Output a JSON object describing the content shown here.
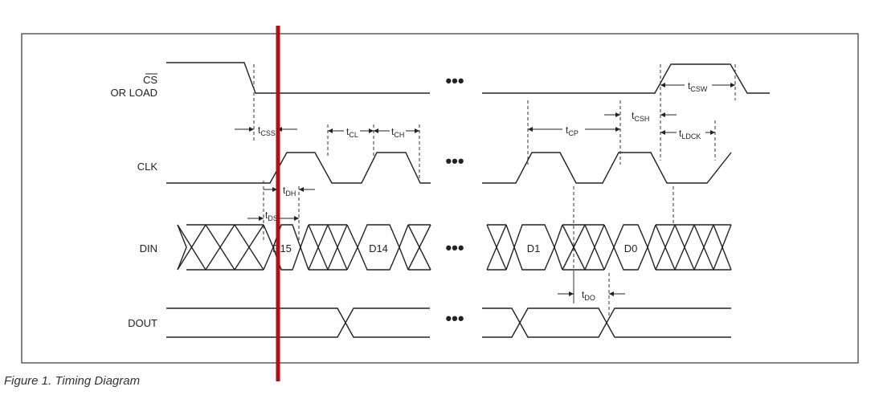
{
  "signals": {
    "cs_line1": "CS",
    "cs_line2": "OR LOAD",
    "clk": "CLK",
    "din": "DIN",
    "dout": "DOUT"
  },
  "data_bits": {
    "d15": "D15",
    "d14": "D14",
    "d1": "D1",
    "d0": "D0"
  },
  "timing": {
    "tcss": {
      "t": "t",
      "s": "CSS"
    },
    "tcl": {
      "t": "t",
      "s": "CL"
    },
    "tch": {
      "t": "t",
      "s": "CH"
    },
    "tcsh": {
      "t": "t",
      "s": "CSH"
    },
    "tcp": {
      "t": "t",
      "s": "CP"
    },
    "tcsw": {
      "t": "t",
      "s": "CSW"
    },
    "tldck": {
      "t": "t",
      "s": "LDCK"
    },
    "tdh": {
      "t": "t",
      "s": "DH"
    },
    "tds": {
      "t": "t",
      "s": "DS"
    },
    "tdo": {
      "t": "t",
      "s": "DO"
    }
  },
  "ellipsis": "•••",
  "caption": "Figure 1. Timing Diagram",
  "colors": {
    "line": "#222222",
    "cursor": "#b00e12"
  }
}
